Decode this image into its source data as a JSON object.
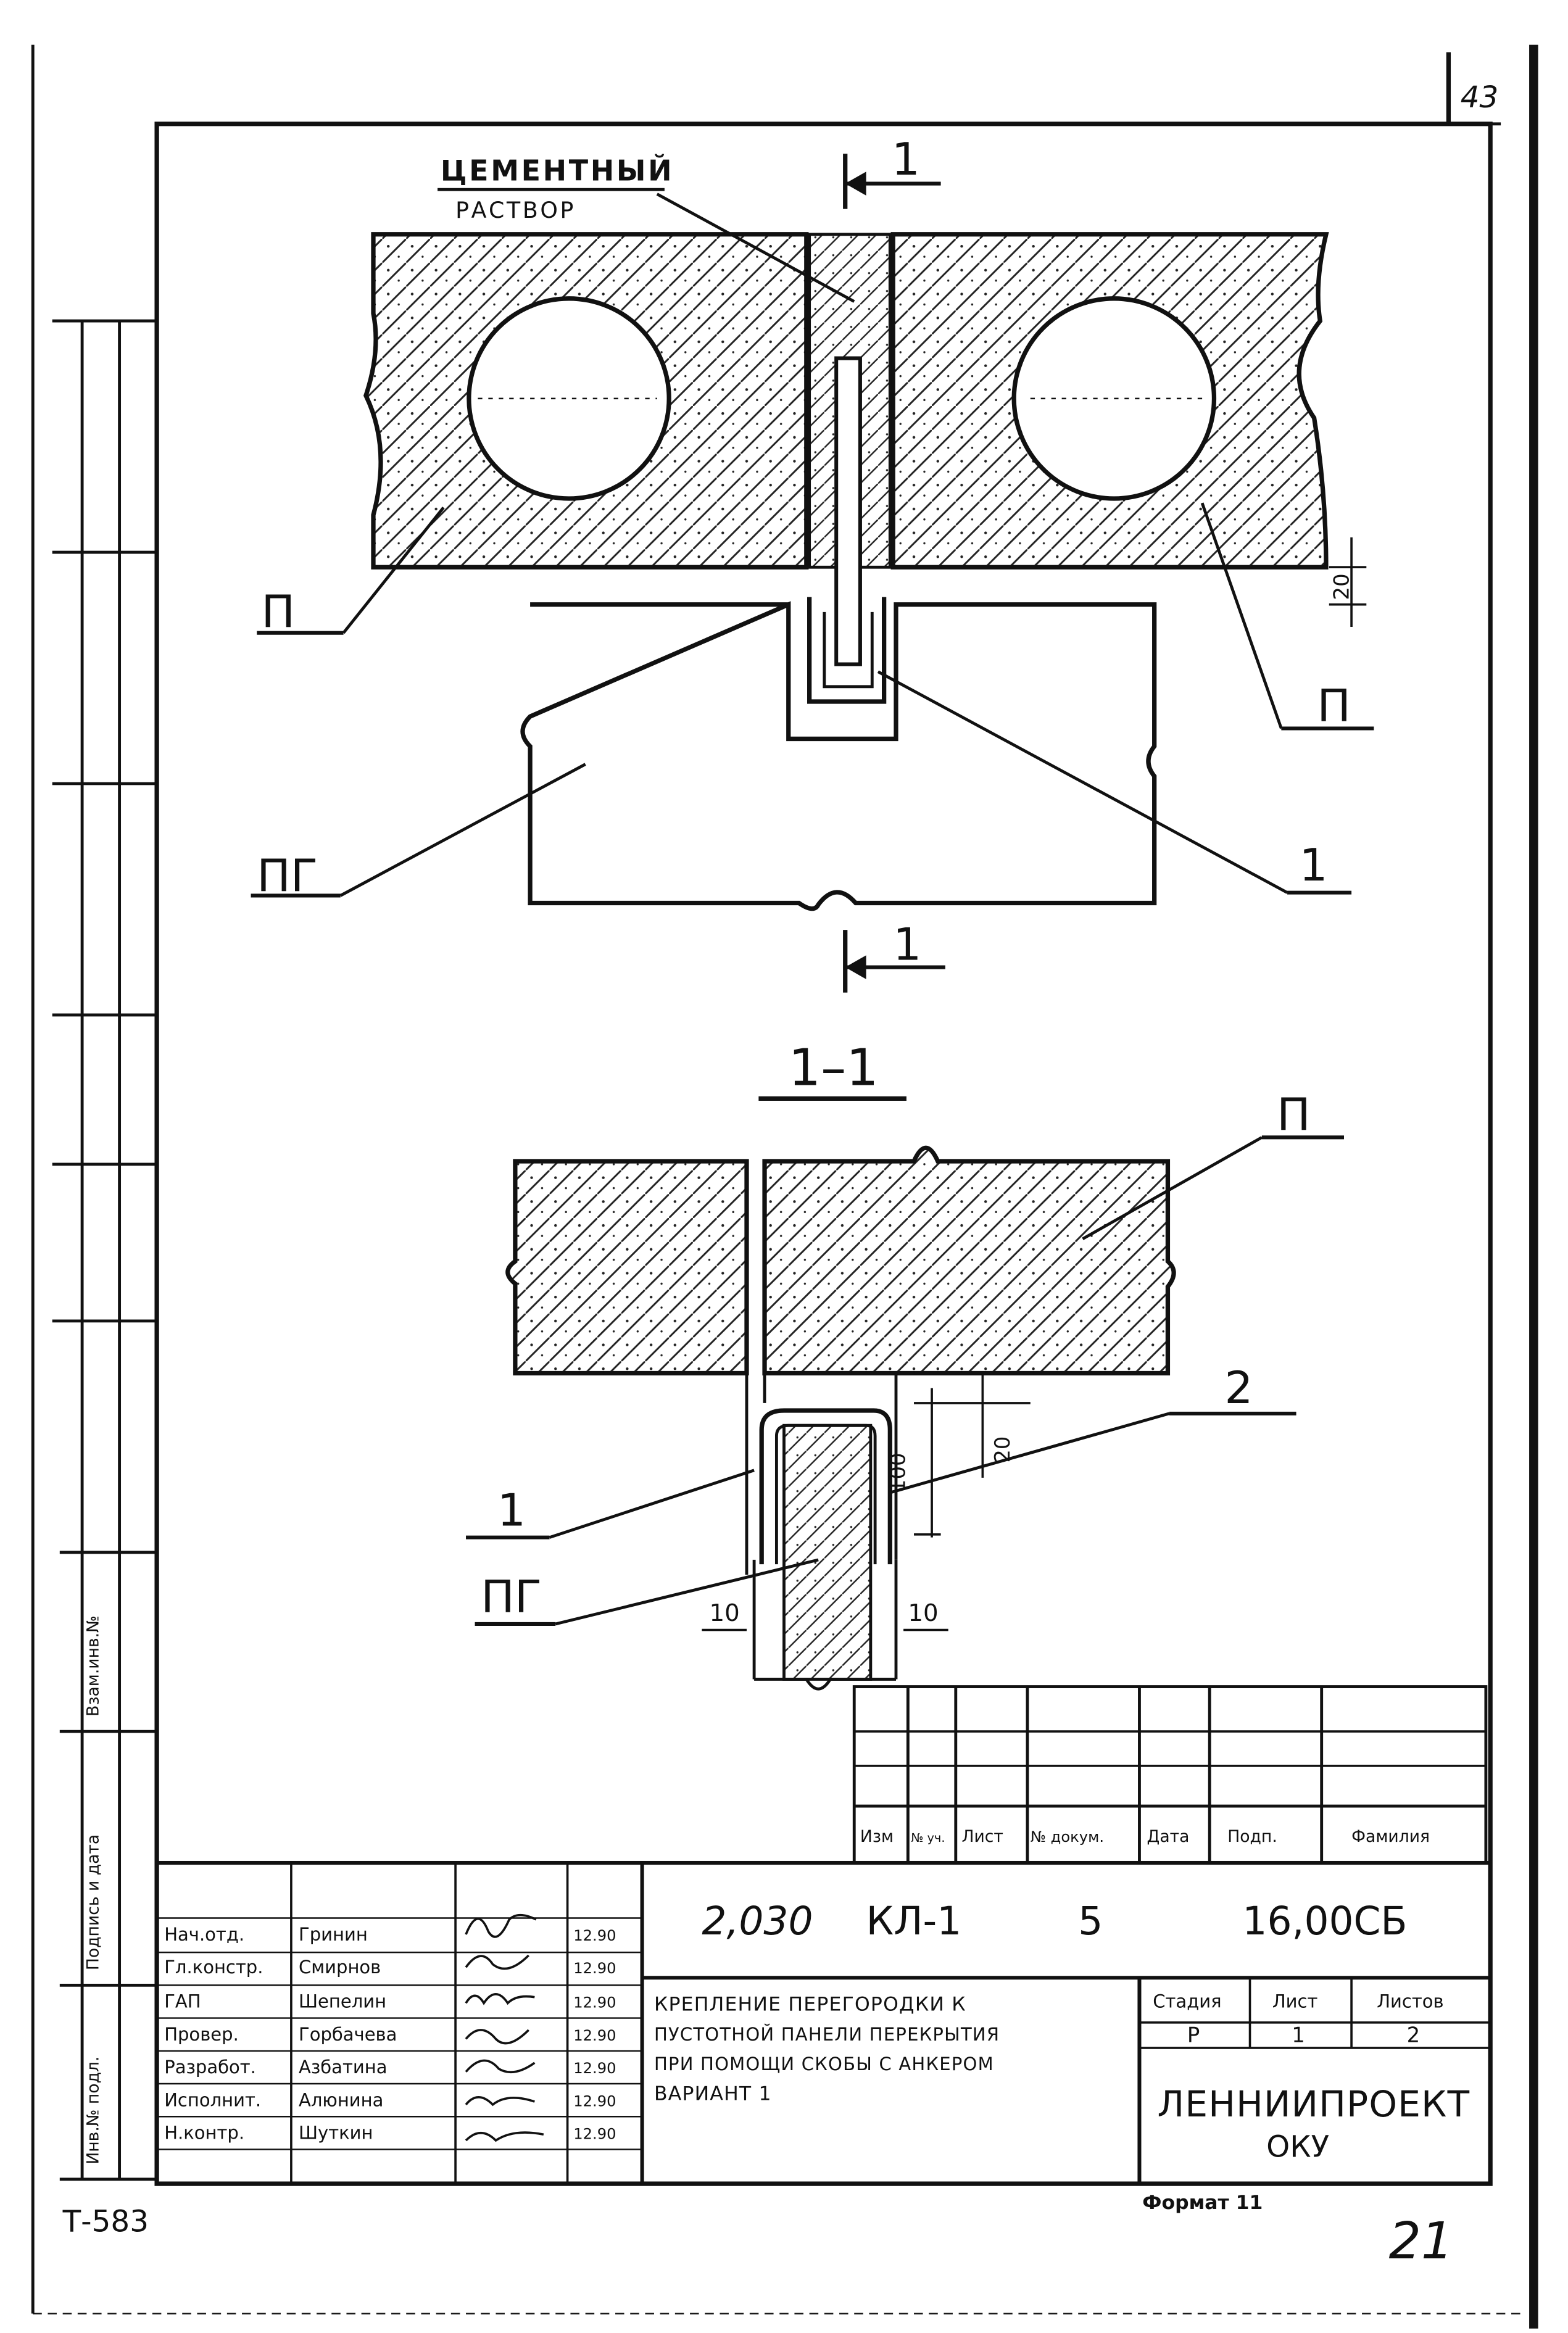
{
  "sheet_corner_number": "43",
  "drawing": {
    "mortar_label_line1": "ЦЕМЕНТНЫЙ",
    "mortar_label_line2": "РАСТВОР",
    "section_mark": "1",
    "section_title": "1–1",
    "label_p": "П",
    "label_pg": "ПГ",
    "label_1": "1",
    "label_2": "2",
    "dim_20": "20",
    "dim_100": "100",
    "dim_10": "10"
  },
  "stamp_table": {
    "headers": [
      "Изм",
      "№ уч.",
      "Лист",
      "№ докум.",
      "Дата",
      "Подп.",
      "Фамилия"
    ]
  },
  "title_block": {
    "code_left": "2,030",
    "code_mid": "КЛ-1",
    "code_num": "5",
    "code_right": "16,00СБ",
    "title_lines": [
      "КРЕПЛЕНИЕ ПЕРЕГОРОДКИ К",
      "ПУСТОТНОЙ ПАНЕЛИ ПЕРЕКРЫТИЯ",
      "ПРИ ПОМОЩИ СКОБЫ С АНКЕРОМ",
      "ВАРИАНТ 1"
    ],
    "stage_header": "Стадия",
    "sheet_header": "Лист",
    "sheets_header": "Листов",
    "stage_value": "Р",
    "sheet_value": "1",
    "sheets_value": "2",
    "org_line1": "ЛЕННИИПРОЕКТ",
    "org_line2": "ОКУ",
    "roles": [
      {
        "role": "Нач.отд.",
        "name": "Гринин",
        "date": "12.90"
      },
      {
        "role": "Гл.констр.",
        "name": "Смирнов",
        "date": "12.90"
      },
      {
        "role": "ГАП",
        "name": "Шепелин",
        "date": "12.90"
      },
      {
        "role": "Провер.",
        "name": "Горбачева",
        "date": "12.90"
      },
      {
        "role": "Разработ.",
        "name": "Азбатина",
        "date": "12.90"
      },
      {
        "role": "Исполнит.",
        "name": "Алюнина",
        "date": "12.90"
      },
      {
        "role": "Н.контр.",
        "name": "Шуткин",
        "date": "12.90"
      }
    ]
  },
  "side_stamp": {
    "inv_label": "Инв.№ подл.",
    "sign_date_label": "Подпись и дата",
    "replace_label": "Взам.инв.№"
  },
  "footer": {
    "left_code": "Т-583",
    "format_label": "Формат 11",
    "handwritten_page": "21"
  }
}
